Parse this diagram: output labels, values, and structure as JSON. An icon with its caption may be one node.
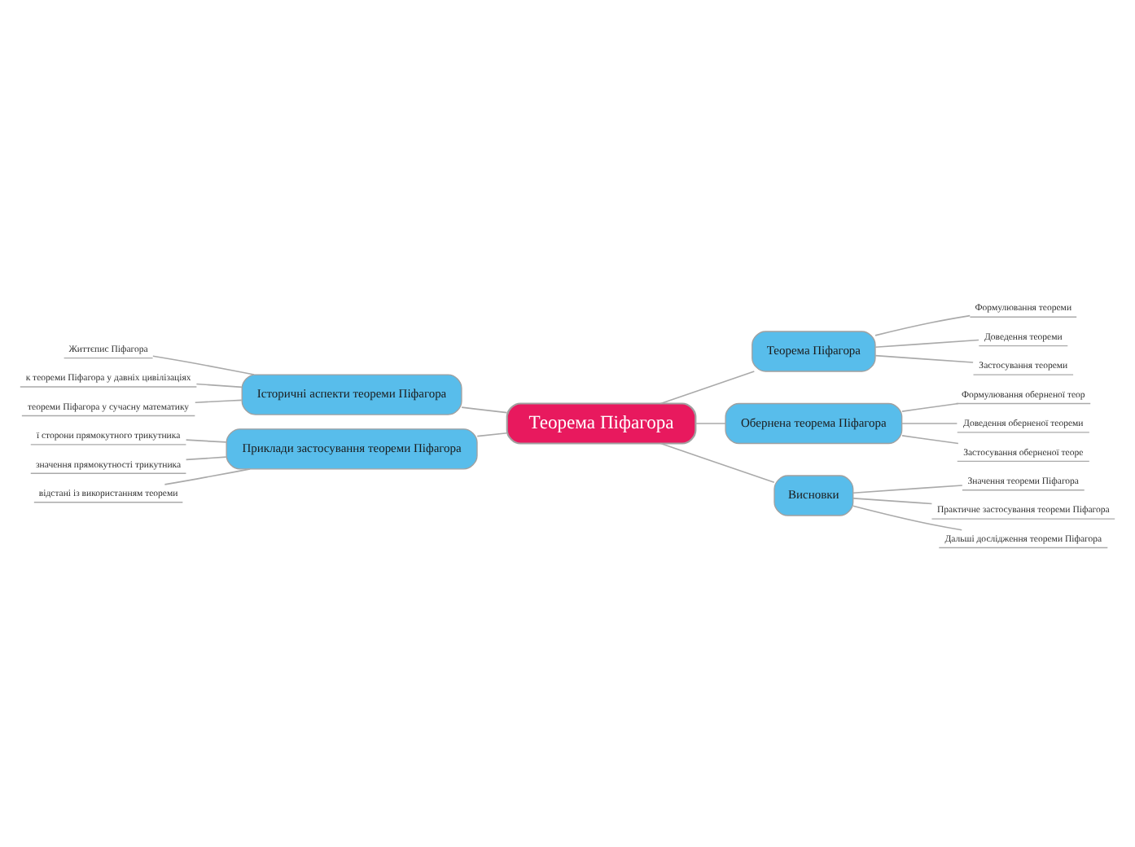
{
  "diagram": {
    "nodes": [
      {
        "text": [
          "Теорема Піфагора"
        ]
      },
      {
        "text": [
          "Історичні аспекти теореми Піфагора"
        ]
      },
      {
        "text": [
          "Життєпис Піфагора"
        ]
      },
      {
        "text": [
          "к теореми Піфагора у давніх цивілізаціях"
        ]
      },
      {
        "text": [
          "теореми Піфагора у сучасну математику"
        ]
      },
      {
        "text": [
          "Приклади застосування теореми Піфагора"
        ]
      },
      {
        "text": [
          "ї сторони прямокутного трикутника"
        ]
      },
      {
        "text": [
          "значення прямокутності трикутника"
        ]
      },
      {
        "text": [
          "відстані із використанням теореми"
        ]
      },
      {
        "text": [
          "Теорема Піфагора"
        ]
      },
      {
        "text": [
          "Формулювання теореми"
        ]
      },
      {
        "text": [
          "Доведення теореми"
        ]
      },
      {
        "text": [
          "Застосування теореми"
        ]
      },
      {
        "text": [
          "Обернена теорема Піфагора"
        ]
      },
      {
        "text": [
          "Формулювання оберненої теор"
        ]
      },
      {
        "text": [
          "Доведення оберненої теореми"
        ]
      },
      {
        "text": [
          "Застосування оберненої теоре"
        ]
      },
      {
        "text": [
          "Висновки"
        ]
      },
      {
        "text": [
          "Значення теореми Піфагора"
        ]
      },
      {
        "text": [
          "Практичне застосування теореми Піфагора"
        ]
      },
      {
        "text": [
          "Дальші дослідження теореми Піфагора"
        ]
      }
    ],
    "edges": [
      {
        "from": 0,
        "to": 1,
        "arrow": "none"
      },
      {
        "from": 1,
        "to": 2,
        "arrow": "none"
      },
      {
        "from": 1,
        "to": 3,
        "arrow": "none"
      },
      {
        "from": 1,
        "to": 4,
        "arrow": "none"
      },
      {
        "from": 0,
        "to": 5,
        "arrow": "none"
      },
      {
        "from": 5,
        "to": 6,
        "arrow": "none"
      },
      {
        "from": 5,
        "to": 7,
        "arrow": "none"
      },
      {
        "from": 5,
        "to": 8,
        "arrow": "none"
      },
      {
        "from": 0,
        "to": 9,
        "arrow": "none"
      },
      {
        "from": 9,
        "to": 10,
        "arrow": "none"
      },
      {
        "from": 9,
        "to": 11,
        "arrow": "none"
      },
      {
        "from": 9,
        "to": 12,
        "arrow": "none"
      },
      {
        "from": 0,
        "to": 13,
        "arrow": "none"
      },
      {
        "from": 13,
        "to": 14,
        "arrow": "none"
      },
      {
        "from": 13,
        "to": 15,
        "arrow": "none"
      },
      {
        "from": 13,
        "to": 16,
        "arrow": "none"
      },
      {
        "from": 0,
        "to": 17,
        "arrow": "none"
      },
      {
        "from": 17,
        "to": 18,
        "arrow": "none"
      },
      {
        "from": 17,
        "to": 19,
        "arrow": "none"
      },
      {
        "from": 17,
        "to": 20,
        "arrow": "none"
      }
    ]
  }
}
